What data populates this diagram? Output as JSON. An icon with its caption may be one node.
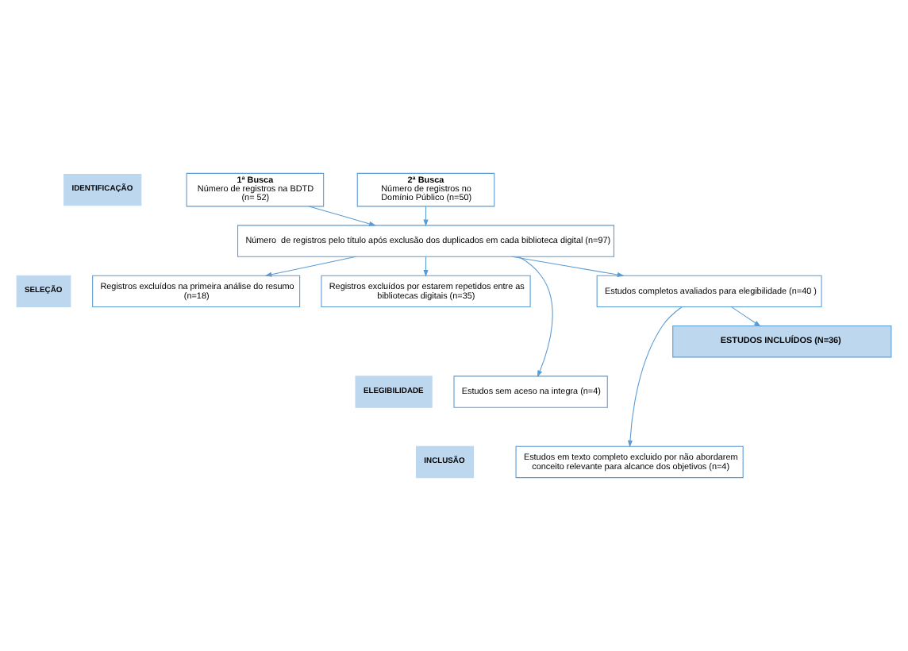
{
  "diagram": {
    "nodes": [
      {
        "text": [
          "IDENTIFICAÇÃO"
        ]
      },
      {
        "text": [
          "1ª Busca",
          "Número de registros na BDTD (n= 52)"
        ]
      },
      {
        "text": [
          "2ª Busca",
          "Número de registros no Domínio Público (n=50)"
        ]
      },
      {
        "text": [
          "Número  de registros pelo título após exclusão dos duplicados em cada biblioteca digital (n=97)"
        ]
      },
      {
        "text": [
          "SELEÇÃO"
        ]
      },
      {
        "text": [
          "Registros excluídos na primeira análise do resumo (n=18)"
        ]
      },
      {
        "text": [
          "Registros excluídos por estarem repetidos entre as bibliotecas digitais (n=35)"
        ]
      },
      {
        "text": [
          "ELEGIBILIDADE"
        ]
      },
      {
        "text": [
          "Estudos sem aceso na integra (n=4)"
        ]
      },
      {
        "text": [
          "Estudos completos avaliados para elegibilidade (n=40 )"
        ]
      },
      {
        "text": [
          "INCLUSÃO"
        ]
      },
      {
        "text": [
          "Estudos em texto completo excluido por não abordarem conceito relevante para alcance dos objetivos (n=4)"
        ]
      },
      {
        "text": [
          "ESTUDOS INCLUÍDOS (N=36)"
        ]
      }
    ],
    "edges": [
      {
        "from": 1,
        "to": 3,
        "arrow": "to"
      },
      {
        "from": 2,
        "to": 3,
        "arrow": "to"
      },
      {
        "from": 3,
        "to": 5,
        "arrow": "to"
      },
      {
        "from": 3,
        "to": 6,
        "arrow": "to"
      },
      {
        "from": 3,
        "to": 8,
        "arrow": "to"
      },
      {
        "from": 3,
        "to": 9,
        "arrow": "to"
      },
      {
        "from": 9,
        "to": 11,
        "arrow": "to"
      },
      {
        "from": 9,
        "to": 12,
        "arrow": "to"
      }
    ]
  }
}
